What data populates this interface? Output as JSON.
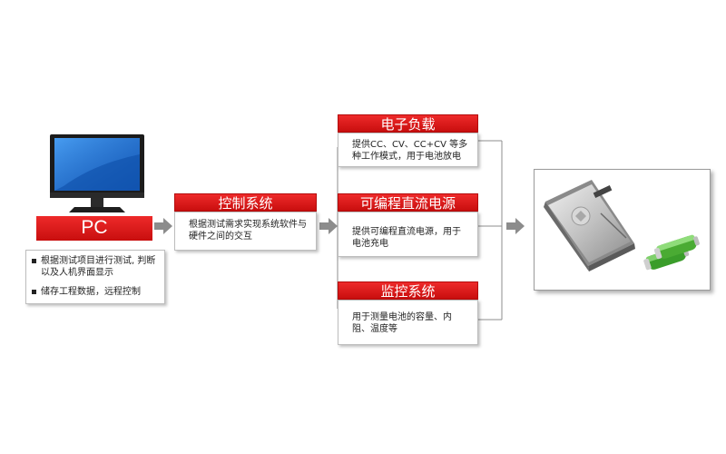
{
  "pc": {
    "label": "PC",
    "bullets": [
      "根据测试项目进行测试, 判断以及人机界面显示",
      "储存工程数据，远程控制"
    ]
  },
  "control_system": {
    "title": "控制系统",
    "description": "根据测试需求实现系统软件与硬件之间的交互"
  },
  "electronic_load": {
    "title": "电子负载",
    "description": "提供CC、CV、CC+CV 等多种工作模式，用于电池放电"
  },
  "power_supply": {
    "title": "可编程直流电源",
    "description": "提供可编程直流电源，用于电池充电"
  },
  "monitoring": {
    "title": "监控系统",
    "description": "用于测量电池的容量、内阻、温度等"
  },
  "colors": {
    "header_red": "#d91414",
    "arrow_gray": "#8c8c8c",
    "line_gray": "#8c8c8c"
  },
  "icons": {
    "monitor": "pc-monitor-icon",
    "battery": "battery-pack-icon",
    "cells": "battery-cells-icon"
  }
}
